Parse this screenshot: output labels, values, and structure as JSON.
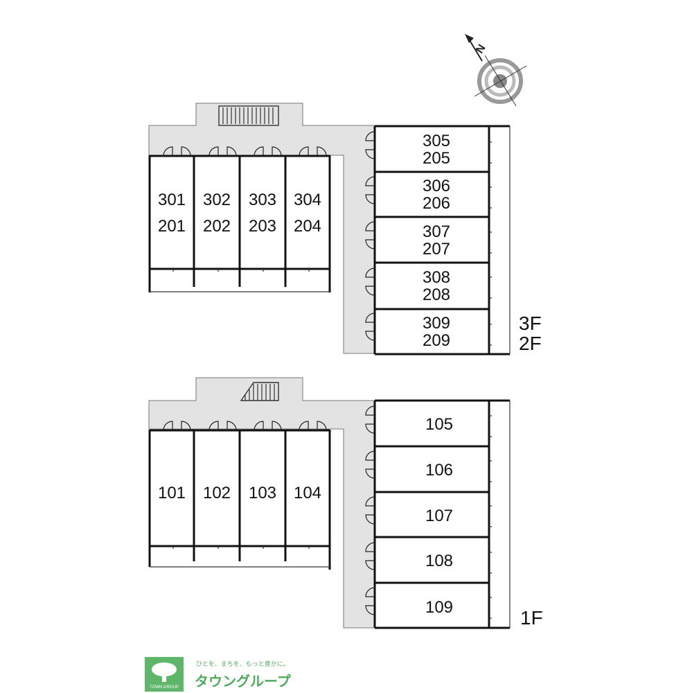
{
  "floors_upper": {
    "west_units": [
      {
        "top": "301",
        "bottom": "201"
      },
      {
        "top": "302",
        "bottom": "202"
      },
      {
        "top": "303",
        "bottom": "203"
      },
      {
        "top": "304",
        "bottom": "204"
      }
    ],
    "east_units": [
      {
        "top": "305",
        "bottom": "205"
      },
      {
        "top": "306",
        "bottom": "206"
      },
      {
        "top": "307",
        "bottom": "207"
      },
      {
        "top": "308",
        "bottom": "208"
      },
      {
        "top": "309",
        "bottom": "209"
      }
    ],
    "label_top": "3F",
    "label_bottom": "2F"
  },
  "floor_1": {
    "west_units": [
      "101",
      "102",
      "103",
      "104"
    ],
    "east_units": [
      "105",
      "106",
      "107",
      "108",
      "109"
    ],
    "label": "1F"
  },
  "compass": {
    "north_letter": "N"
  },
  "logo": {
    "slogan": "ひとを、まちを、もっと豊かに。",
    "name": "タウングループ",
    "emblem_text": "TOWN GROUP",
    "color": "#4faa5c"
  },
  "colors": {
    "corridor": "#e3e3e3",
    "wall": "#111111"
  }
}
